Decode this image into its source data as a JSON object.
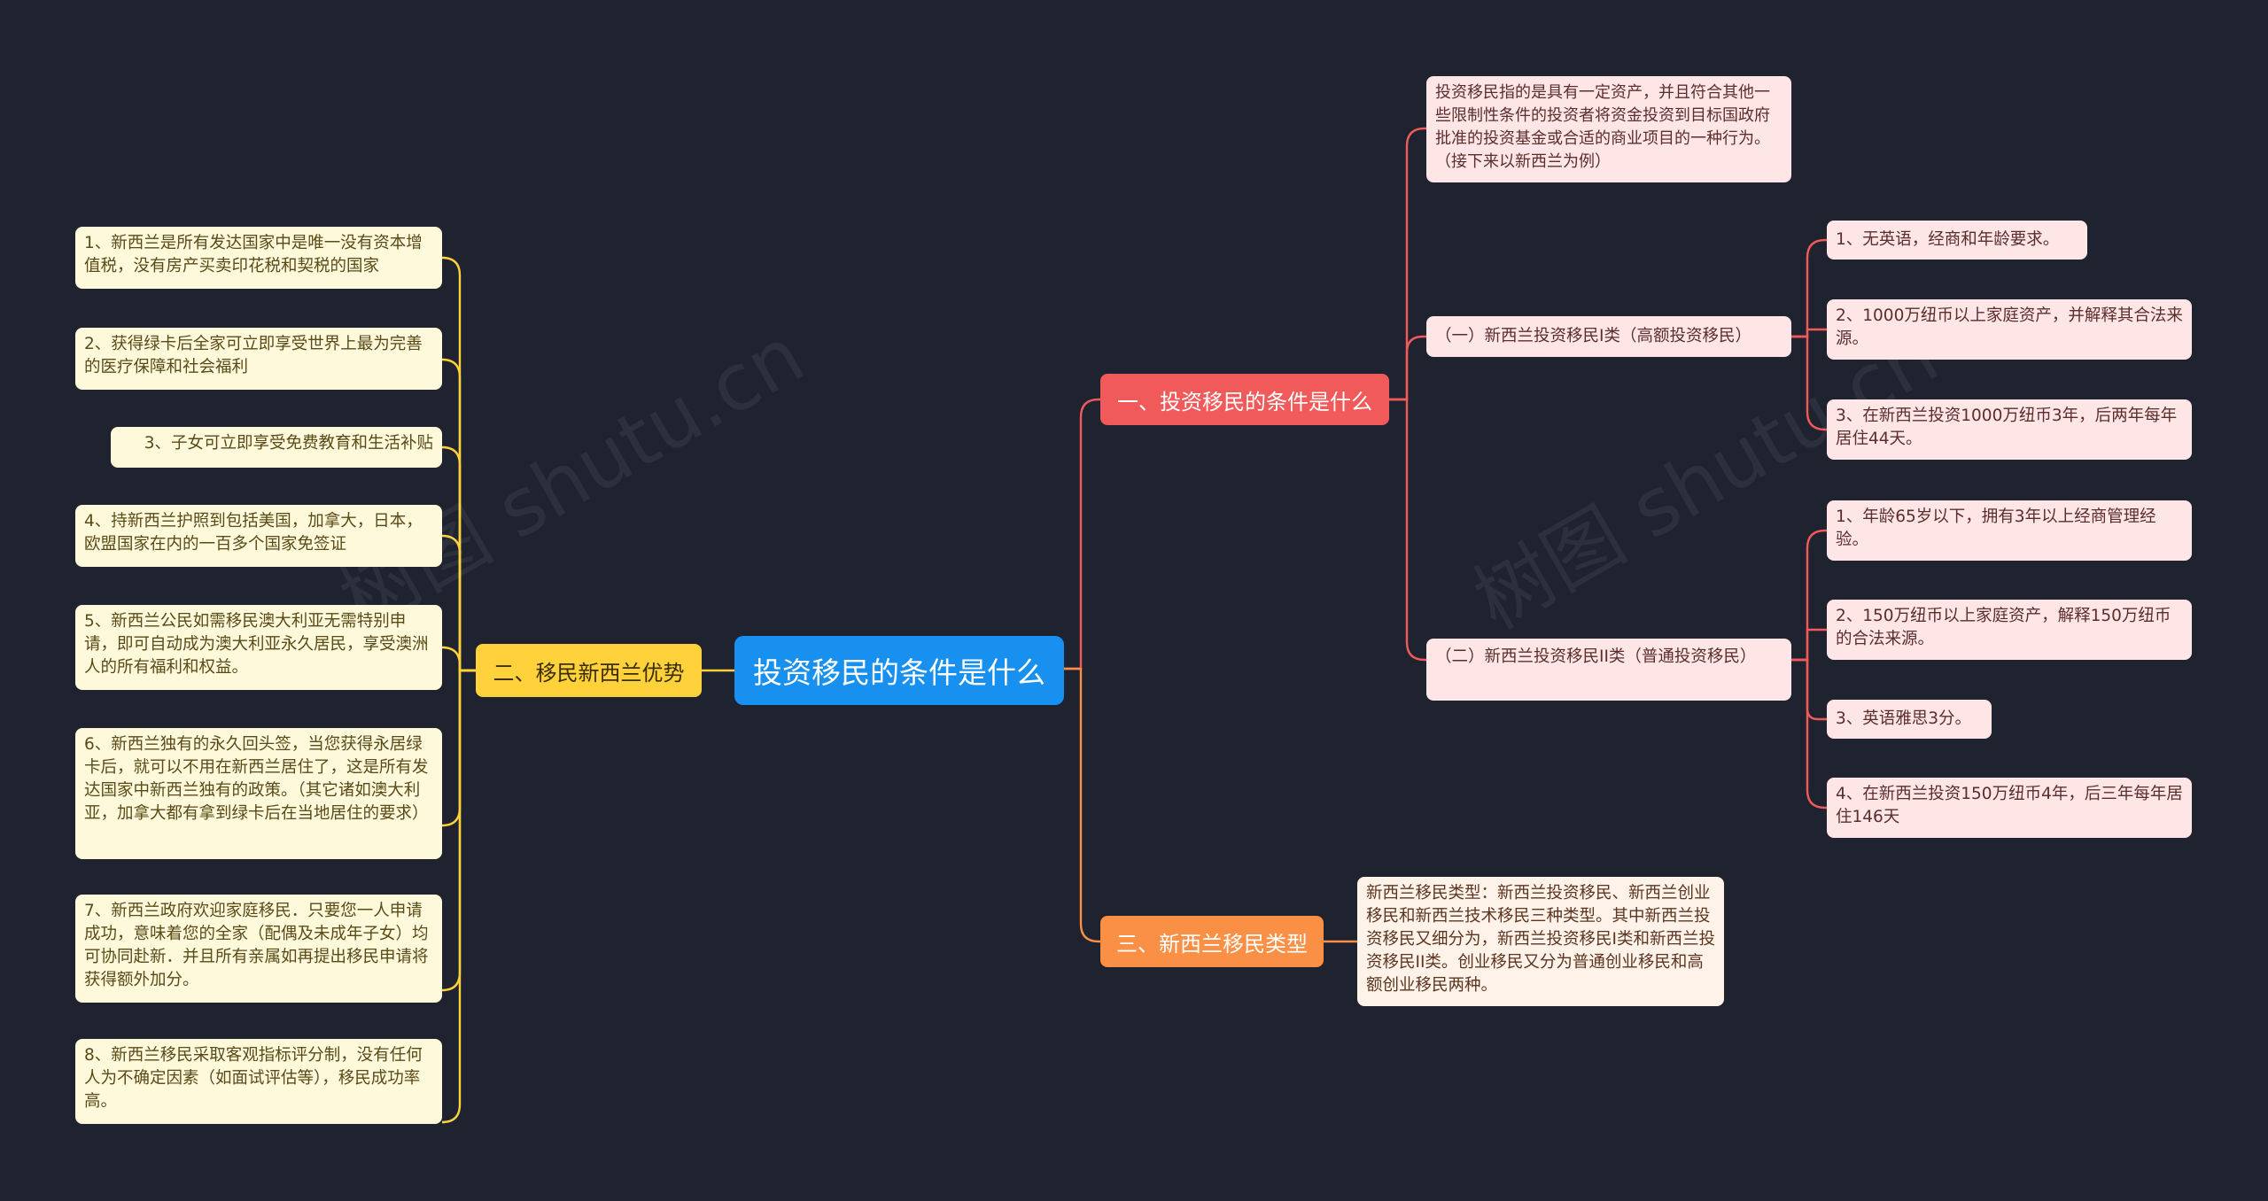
{
  "root": {
    "label": "投资移民的条件是什么"
  },
  "watermark": "树图 shutu.cn",
  "branches": {
    "b1": {
      "label": "一、投资移民的条件是什么",
      "intro": "投资移民指的是具有一定资产，并且符合其他一些限制性条件的投资者将资金投资到目标国政府批准的投资基金或合适的商业项目的一种行为。（接下来以新西兰为例）",
      "class1": {
        "label": "（一）新西兰投资移民Ⅰ类（高额投资移民）",
        "items": [
          "1、无英语，经商和年龄要求。",
          "2、1000万纽币以上家庭资产，并解释其合法来源。",
          "3、在新西兰投资1000万纽币3年，后两年每年居住44天。"
        ]
      },
      "class2": {
        "label": "（二）新西兰投资移民ⅠⅠ类（普通投资移民）",
        "items": [
          "1、年龄65岁以下，拥有3年以上经商管理经验。",
          "2、150万纽币以上家庭资产，解释150万纽币的合法来源。",
          "3、英语雅思3分。",
          "4、在新西兰投资150万纽币4年，后三年每年居住146天"
        ]
      }
    },
    "b2": {
      "label": "二、移民新西兰优势",
      "items": [
        "1、新西兰是所有发达国家中是唯一没有资本增值税，没有房产买卖印花税和契税的国家",
        "2、获得绿卡后全家可立即享受世界上最为完善的医疗保障和社会福利",
        "3、子女可立即享受免费教育和生活补贴",
        "4、持新西兰护照到包括美国，加拿大，日本，欧盟国家在内的一百多个国家免签证",
        "5、新西兰公民如需移民澳大利亚无需特别申请，即可自动成为澳大利亚永久居民，享受澳洲人的所有福利和权益。",
        "6、新西兰独有的永久回头签，当您获得永居绿卡后，就可以不用在新西兰居住了，这是所有发达国家中新西兰独有的政策。（其它诸如澳大利亚，加拿大都有拿到绿卡后在当地居住的要求）",
        "7、新西兰政府欢迎家庭移民．只要您一人申请成功，意味着您的全家（配偶及未成年子女）均可协同赴新．并且所有亲属如再提出移民申请将获得额外加分。",
        "8、新西兰移民采取客观指标评分制，没有任何人为不确定因素（如面试评估等），移民成功率高。"
      ]
    },
    "b3": {
      "label": "三、新西兰移民类型",
      "text": "新西兰移民类型：新西兰投资移民、新西兰创业移民和新西兰技术移民三种类型。其中新西兰投资移民又细分为，新西兰投资移民Ⅰ类和新西兰投资移民ⅠⅠ类。创业移民又分为普通创业移民和高额创业移民两种。"
    }
  },
  "colors": {
    "background": "#1f2330",
    "root": "#1890f0",
    "branch1": "#f05a5a",
    "branch2": "#ffd23c",
    "branch3": "#fa8f46",
    "leafYellow": "#fff9dc",
    "leafRed": "#ffe6e6",
    "leafOrange": "#fff2e8"
  }
}
